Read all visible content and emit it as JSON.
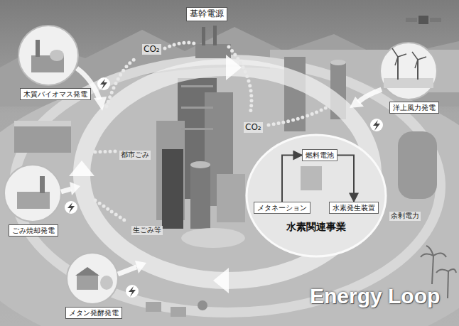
{
  "diagram": {
    "nodes": [
      {
        "text": [
          "基幹電源"
        ]
      },
      {
        "text": [
          "木質バイオマス発電"
        ]
      },
      {
        "text": [
          "洋上風力発電"
        ]
      },
      {
        "text": [
          "ごみ焼却発電"
        ]
      },
      {
        "text": [
          "水素関連事業"
        ]
      },
      {
        "text": [
          "燃料電池"
        ],
        "in": 4
      },
      {
        "text": [
          "メタネーション"
        ],
        "in": 4
      },
      {
        "text": [
          "水素発生装置"
        ],
        "in": 4
      },
      {
        "text": [
          "メタン発酵発電"
        ]
      }
    ],
    "edges": [
      {
        "from": 6,
        "to": 5,
        "arrow": "to"
      },
      {
        "from": 5,
        "to": 7,
        "arrow": "to"
      }
    ],
    "labels": [
      "CO₂",
      "CO₂",
      "都市ごみ",
      "生ごみ等",
      "余剰電力",
      "Energy Loop"
    ]
  }
}
